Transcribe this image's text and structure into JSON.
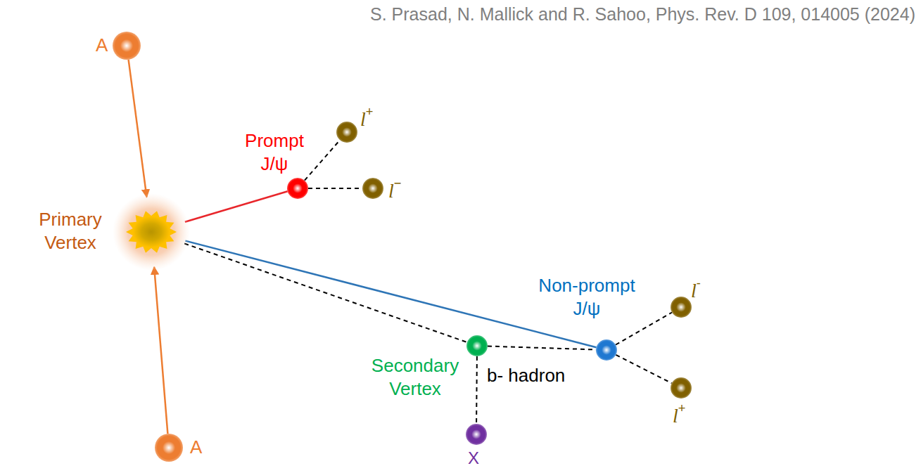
{
  "diagram": {
    "nodes": [
      {
        "text": [
          "A"
        ]
      },
      {
        "text": [
          "A"
        ]
      },
      {
        "text": [
          "Primary Vertex"
        ]
      },
      {
        "text": [
          "Prompt J/ψ"
        ]
      },
      {
        "text": [
          "l+"
        ]
      },
      {
        "text": [
          "l−"
        ]
      },
      {
        "text": [
          "Secondary Vertex",
          "b- hadron"
        ]
      },
      {
        "text": [
          "Non-prompt J/ψ"
        ]
      },
      {
        "text": [
          "l-"
        ]
      },
      {
        "text": [
          "l+"
        ]
      },
      {
        "text": [
          "X"
        ]
      }
    ],
    "edges": [
      {
        "from": 0,
        "to": 2,
        "arrow": "to"
      },
      {
        "from": 1,
        "to": 2,
        "arrow": "to"
      },
      {
        "from": 2,
        "to": 3,
        "arrow": "none"
      },
      {
        "from": 3,
        "to": 4,
        "arrow": "none"
      },
      {
        "from": 3,
        "to": 5,
        "arrow": "none"
      },
      {
        "from": 2,
        "to": 6,
        "arrow": "none"
      },
      {
        "from": 2,
        "to": 7,
        "arrow": "none"
      },
      {
        "from": 6,
        "to": 7,
        "arrow": "none"
      },
      {
        "from": 6,
        "to": 10,
        "arrow": "none"
      },
      {
        "from": 7,
        "to": 8,
        "arrow": "none"
      },
      {
        "from": 7,
        "to": 9,
        "arrow": "none"
      }
    ],
    "labels": [
      "S. Prasad, N. Mallick and R. Sahoo, Phys. Rev. D 109, 014005 (2024)"
    ]
  }
}
